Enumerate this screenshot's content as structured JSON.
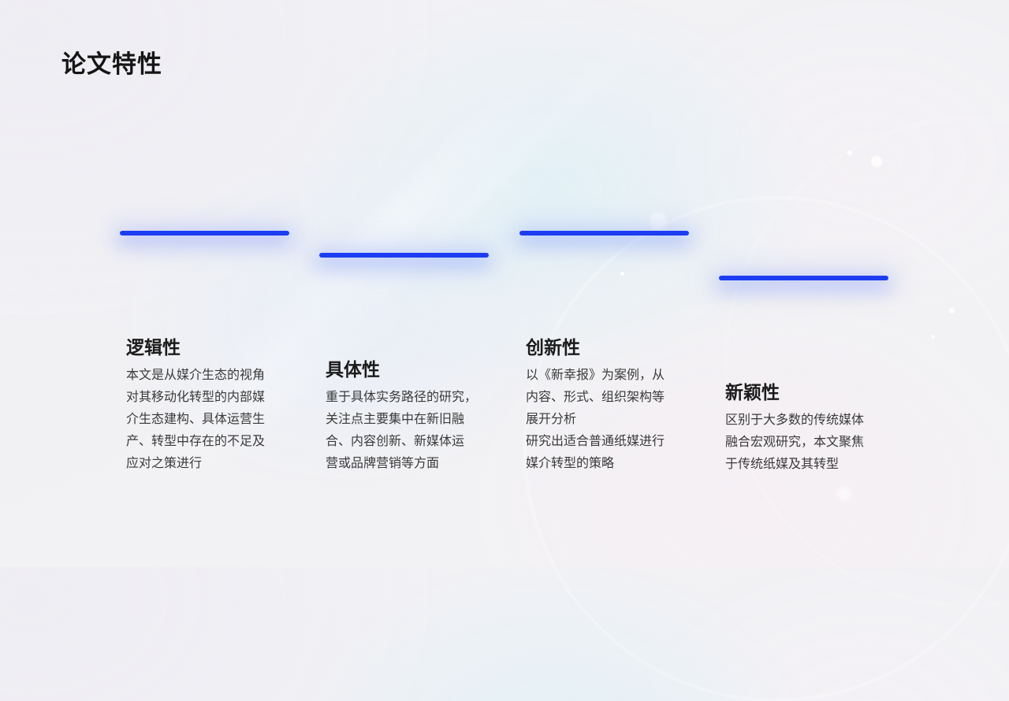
{
  "slide": {
    "title": "论文特性",
    "accent_color": "#1c3df2",
    "features": [
      {
        "heading": "逻辑性",
        "body": "本文是从媒介生态的视角\n对其移动化转型的内部媒\n介生态建构、具体运营生\n产、转型中存在的不足及\n应对之策进行"
      },
      {
        "heading": "具体性",
        "body": "重于具体实务路径的研究，\n关注点主要集中在新旧融\n合、内容创新、新媒体运\n营或品牌营销等方面"
      },
      {
        "heading": "创新性",
        "body": "以《新幸报》为案例，从\n内容、形式、组织架构等\n展开分析\n研究出适合普通纸媒进行\n媒介转型的策略"
      },
      {
        "heading": "新颖性",
        "body": "区别于大多数的传统媒体\n融合宏观研究，本文聚焦\n于传统纸媒及其转型"
      }
    ]
  }
}
